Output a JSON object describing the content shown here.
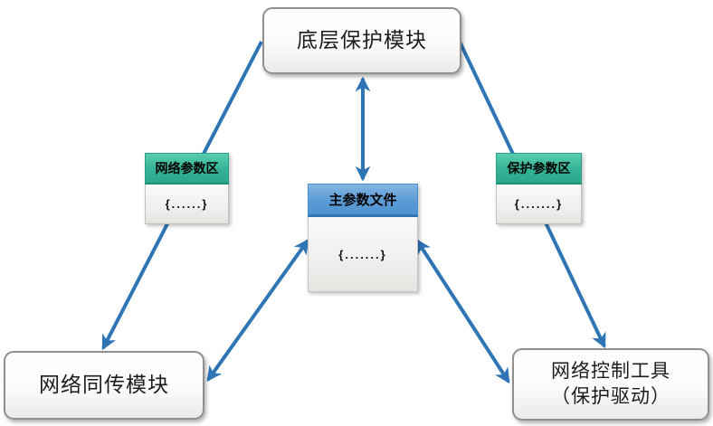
{
  "diagram": {
    "colors": {
      "arrow": "#2E75B6",
      "teal_header": "#35B498",
      "blue_header": "#5B9BD5"
    },
    "nodes": {
      "base_protection": {
        "label": "底层保护模块"
      },
      "network_param": {
        "title": "网络参数区",
        "value": "{......}"
      },
      "protection_param": {
        "title": "保护参数区",
        "value": "{.......}"
      },
      "main_param_file": {
        "title": "主参数文件",
        "value": "{.......}"
      },
      "network_sync": {
        "label": "网络同传模块"
      },
      "network_control": {
        "line1": "网络控制工具",
        "line2": "（保护驱动）"
      }
    }
  }
}
